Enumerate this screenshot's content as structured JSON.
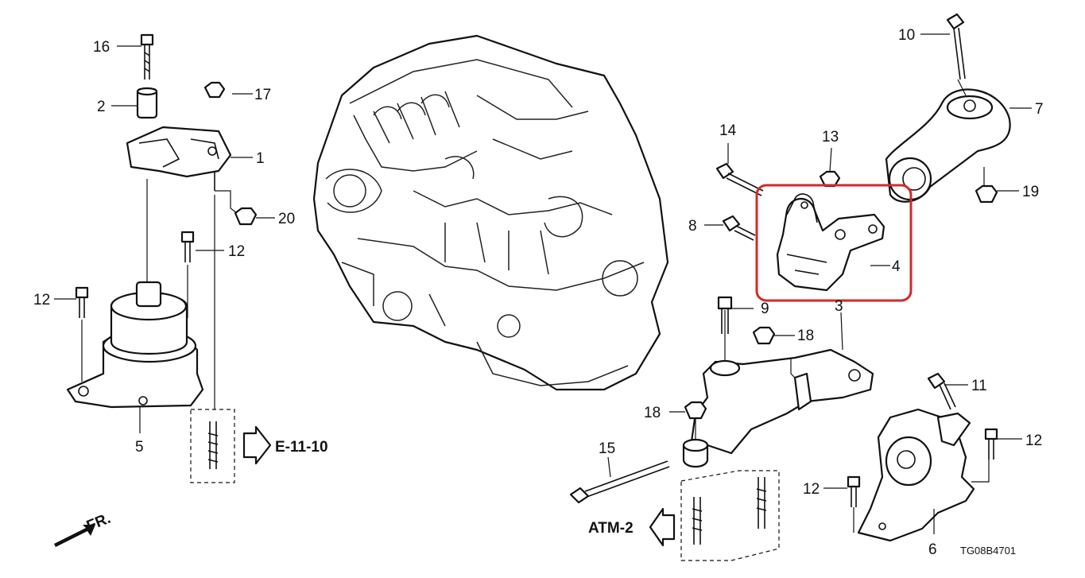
{
  "callouts": {
    "c1": "1",
    "c2": "2",
    "c3": "3",
    "c4": "4",
    "c5": "5",
    "c6": "6",
    "c7": "7",
    "c8": "8",
    "c9": "9",
    "c10": "10",
    "c11": "11",
    "c12a": "12",
    "c12b": "12",
    "c12c": "12",
    "c12d": "12",
    "c13": "13",
    "c14": "14",
    "c15": "15",
    "c16": "16",
    "c17": "17",
    "c18a": "18",
    "c18b": "18",
    "c19": "19",
    "c20": "20"
  },
  "references": {
    "e11": "E-11-10",
    "atm": "ATM-2",
    "fr": "FR."
  },
  "diagram_code": "TG08B4701",
  "highlight": {
    "color": "#d32a2a",
    "encloses": "4"
  }
}
